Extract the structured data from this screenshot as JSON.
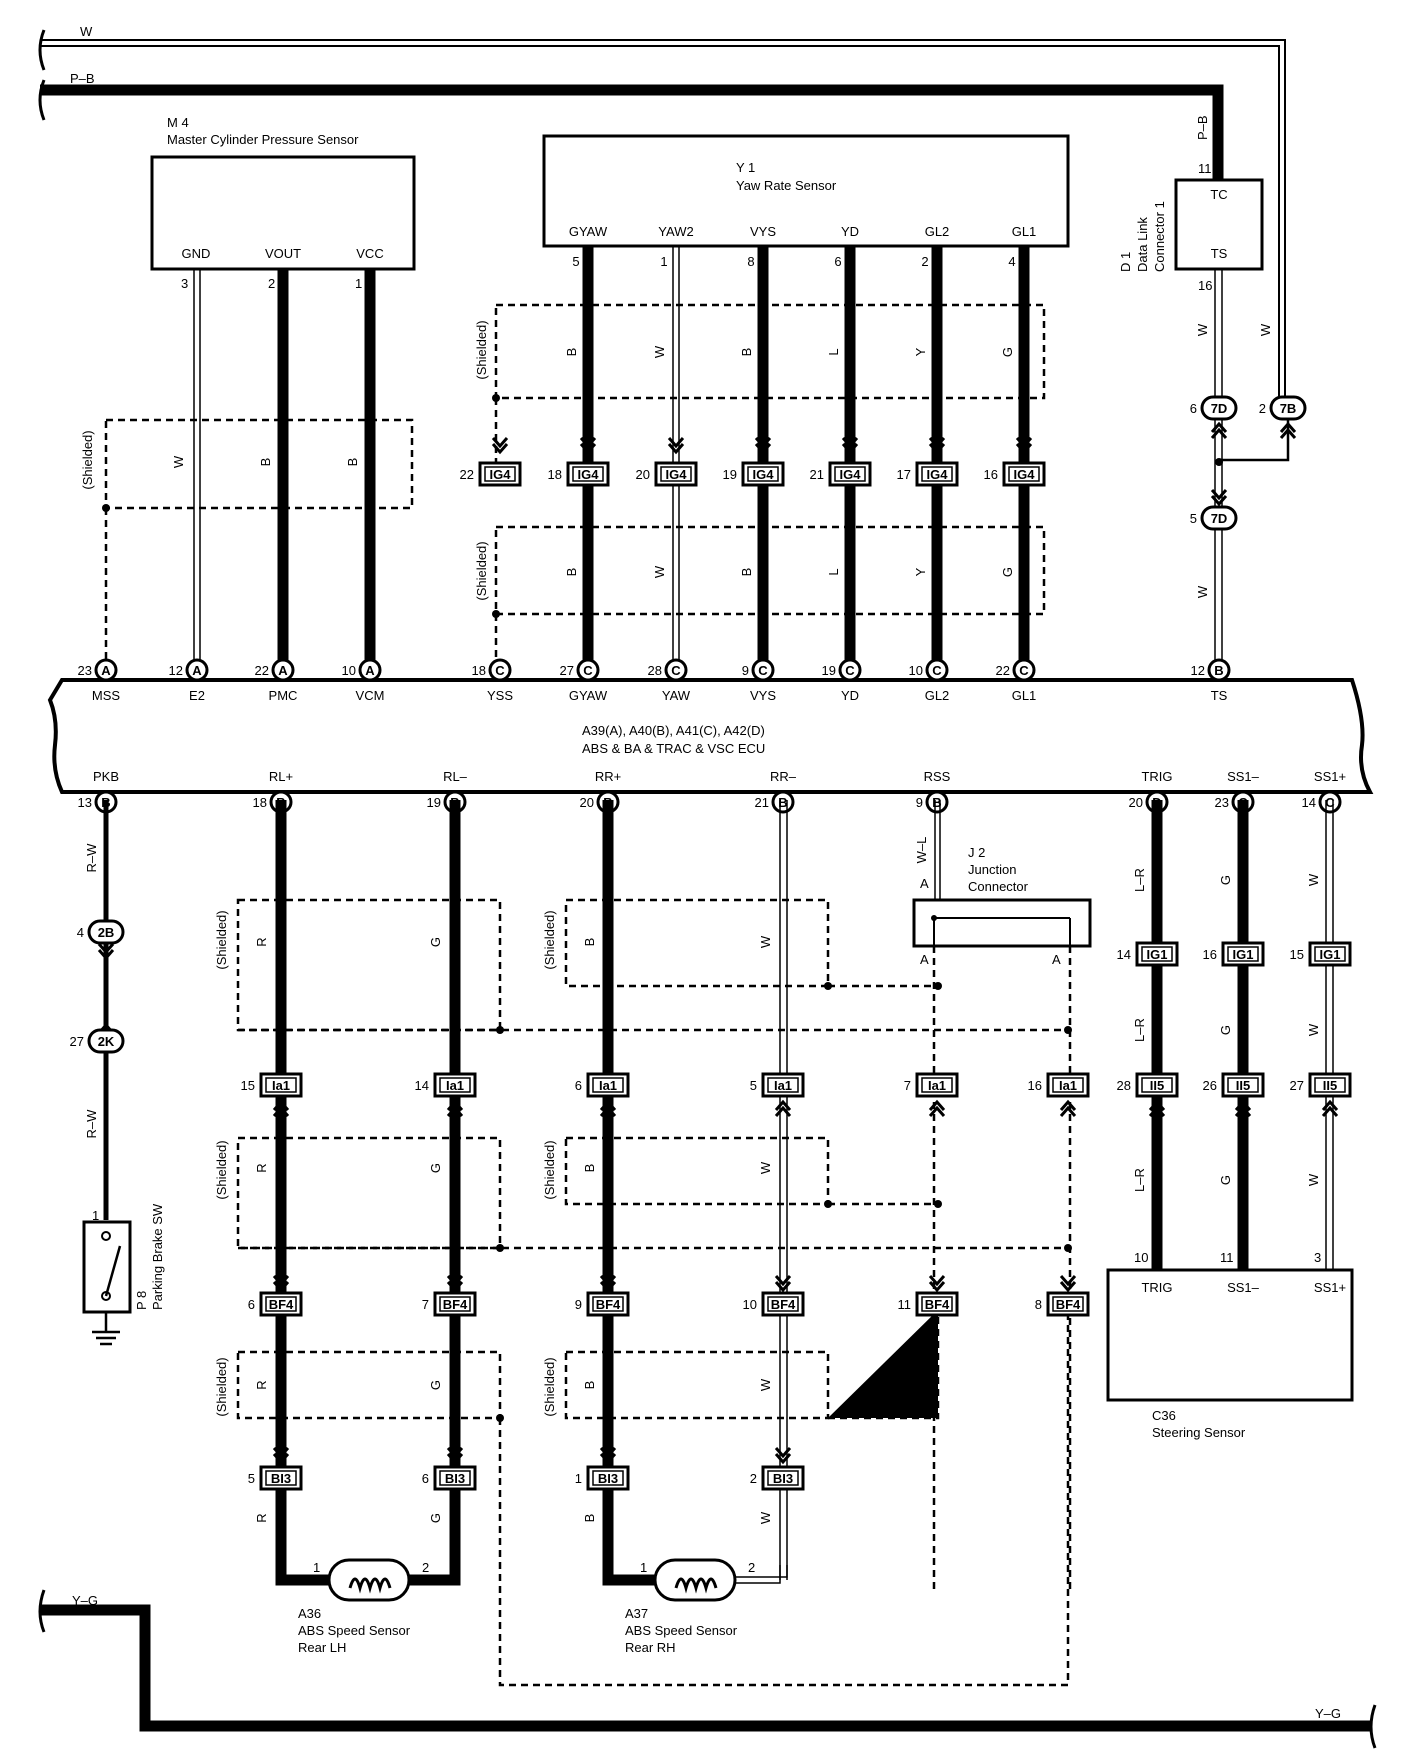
{
  "power": {
    "w": "W",
    "pb": "P–B",
    "yg_left": "Y–G",
    "yg_right": "Y–G"
  },
  "shield_label": "(Shielded)",
  "components": {
    "m4": {
      "id": "M 4",
      "name": "Master Cylinder Pressure Sensor",
      "pins": [
        "GND",
        "VOUT",
        "VCC"
      ],
      "pin_nums": [
        "3",
        "2",
        "1"
      ],
      "wires": [
        "W",
        "B",
        "B"
      ]
    },
    "y1": {
      "id": "Y 1",
      "name": "Yaw Rate Sensor",
      "pins": [
        "GYAW",
        "YAW2",
        "VYS",
        "YD",
        "GL2",
        "GL1"
      ],
      "pin_nums": [
        "5",
        "1",
        "8",
        "6",
        "2",
        "4"
      ],
      "wires": [
        "B",
        "W",
        "B",
        "L",
        "Y",
        "G"
      ]
    },
    "d1": {
      "id": "D 1",
      "name1": "Data Link",
      "name2": "Connector 1",
      "pins": [
        "TC",
        "TS"
      ],
      "pin_top": "11",
      "pin_bot": "16",
      "wire_top": "P–B",
      "wire_ts": "W",
      "wire_w": "W"
    },
    "j2": {
      "id": "J 2",
      "name1": "Junction",
      "name2": "Connector",
      "pin": "A"
    },
    "p8": {
      "id": "P 8",
      "name": "Parking Brake SW",
      "pin": "1"
    },
    "c36": {
      "id": "C36",
      "name": "Steering Sensor",
      "pins": [
        "TRIG",
        "SS1–",
        "SS1+"
      ],
      "pin_nums": [
        "10",
        "11",
        "3"
      ]
    },
    "a36": {
      "id": "A36",
      "name1": "ABS Speed Sensor",
      "name2": "Rear LH"
    },
    "a37": {
      "id": "A37",
      "name1": "ABS Speed Sensor",
      "name2": "Rear RH"
    }
  },
  "connectors": {
    "j7d_6": {
      "n": "6",
      "c": "7D"
    },
    "j7b_2": {
      "n": "2",
      "c": "7B"
    },
    "j7d_5": {
      "n": "5",
      "c": "7D"
    },
    "ig4": [
      {
        "n": "22",
        "c": "IG4"
      },
      {
        "n": "18",
        "c": "IG4"
      },
      {
        "n": "20",
        "c": "IG4"
      },
      {
        "n": "19",
        "c": "IG4"
      },
      {
        "n": "21",
        "c": "IG4"
      },
      {
        "n": "17",
        "c": "IG4"
      },
      {
        "n": "16",
        "c": "IG4"
      }
    ],
    "j2b": {
      "n": "4",
      "c": "2B"
    },
    "j2k": {
      "n": "27",
      "c": "2K"
    },
    "ig1": [
      {
        "n": "14",
        "c": "IG1"
      },
      {
        "n": "16",
        "c": "IG1"
      },
      {
        "n": "15",
        "c": "IG1"
      }
    ],
    "ia1": [
      {
        "n": "15",
        "c": "Ia1"
      },
      {
        "n": "14",
        "c": "Ia1"
      },
      {
        "n": "6",
        "c": "Ia1"
      },
      {
        "n": "5",
        "c": "Ia1"
      },
      {
        "n": "7",
        "c": "Ia1"
      },
      {
        "n": "16",
        "c": "Ia1"
      }
    ],
    "ii5": [
      {
        "n": "28",
        "c": "II5"
      },
      {
        "n": "26",
        "c": "II5"
      },
      {
        "n": "27",
        "c": "II5"
      }
    ],
    "bf4": [
      {
        "n": "6",
        "c": "BF4"
      },
      {
        "n": "7",
        "c": "BF4"
      },
      {
        "n": "9",
        "c": "BF4"
      },
      {
        "n": "10",
        "c": "BF4"
      },
      {
        "n": "11",
        "c": "BF4"
      },
      {
        "n": "8",
        "c": "BF4"
      }
    ],
    "bi3": [
      {
        "n": "5",
        "c": "BI3"
      },
      {
        "n": "6",
        "c": "BI3"
      },
      {
        "n": "1",
        "c": "BI3"
      },
      {
        "n": "2",
        "c": "BI3"
      }
    ]
  },
  "ecu": {
    "title1": "A39(A), A40(B), A41(C), A42(D)",
    "title2": "ABS & BA & TRAC & VSC ECU",
    "top": [
      {
        "n": "23",
        "c": "A",
        "name": "MSS"
      },
      {
        "n": "12",
        "c": "A",
        "name": "E2"
      },
      {
        "n": "22",
        "c": "A",
        "name": "PMC"
      },
      {
        "n": "10",
        "c": "A",
        "name": "VCM"
      },
      {
        "n": "18",
        "c": "C",
        "name": "YSS"
      },
      {
        "n": "27",
        "c": "C",
        "name": "GYAW"
      },
      {
        "n": "28",
        "c": "C",
        "name": "YAW"
      },
      {
        "n": "9",
        "c": "C",
        "name": "VYS"
      },
      {
        "n": "19",
        "c": "C",
        "name": "YD"
      },
      {
        "n": "10",
        "c": "C",
        "name": "GL2"
      },
      {
        "n": "22",
        "c": "C",
        "name": "GL1"
      },
      {
        "n": "12",
        "c": "B",
        "name": "TS"
      }
    ],
    "bottom": [
      {
        "n": "13",
        "c": "B",
        "name": "PKB"
      },
      {
        "n": "18",
        "c": "B",
        "name": "RL+"
      },
      {
        "n": "19",
        "c": "B",
        "name": "RL–"
      },
      {
        "n": "20",
        "c": "B",
        "name": "RR+"
      },
      {
        "n": "21",
        "c": "B",
        "name": "RR–"
      },
      {
        "n": "9",
        "c": "B",
        "name": "RSS"
      },
      {
        "n": "20",
        "c": "D",
        "name": "TRIG"
      },
      {
        "n": "23",
        "c": "C",
        "name": "SS1–"
      },
      {
        "n": "14",
        "c": "C",
        "name": "SS1+"
      }
    ]
  },
  "wire_colors": {
    "pkb1": "R–W",
    "pkb2": "R–W",
    "rl_p": "R",
    "rl_m": "G",
    "rr_p": "B",
    "rr_m": "W",
    "rss": "W–L",
    "trig": "L–R",
    "ss1m": "G",
    "ss1p": "W",
    "m4_w": "W",
    "m4_b1": "B",
    "m4_b2": "B"
  },
  "colors": {
    "ink": "#000000",
    "paper": "#ffffff"
  }
}
